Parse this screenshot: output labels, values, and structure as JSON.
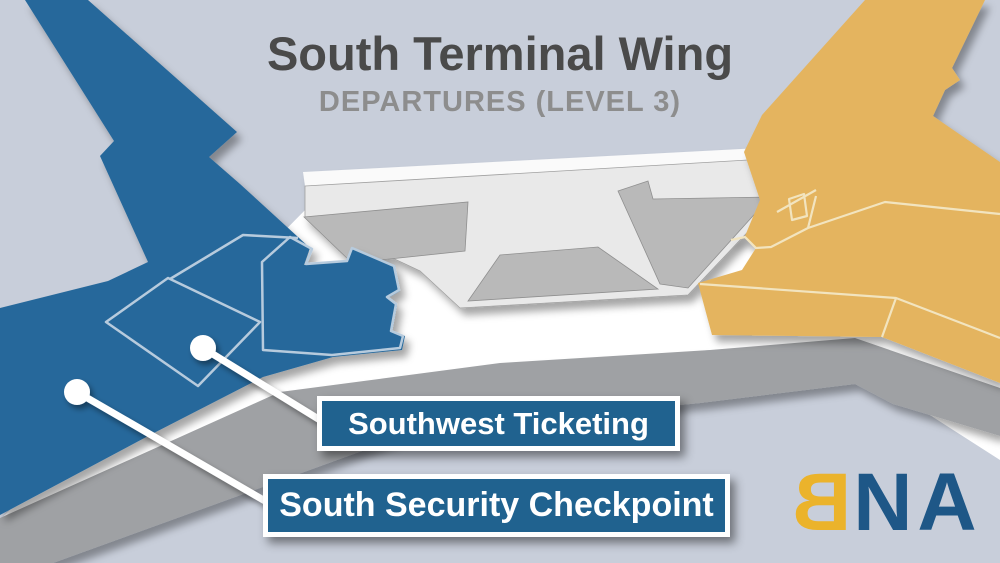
{
  "header": {
    "title": "South Terminal Wing",
    "subtitle": "DEPARTURES (LEVEL 3)"
  },
  "callouts": [
    {
      "label": "Southwest Ticketing"
    },
    {
      "label": "South Security Checkpoint"
    }
  ],
  "logo": {
    "letter_b": "B",
    "letters_na": "NA"
  },
  "map_regions": [
    {
      "name": "south-concourse",
      "color": "#27689B"
    },
    {
      "name": "central-terminal",
      "color": "#E9E9E9"
    },
    {
      "name": "east-concourse",
      "color": "#E4B45E"
    },
    {
      "name": "roadway",
      "color": "#9FA1A4"
    }
  ],
  "colors": {
    "background": "#C8CEDA",
    "callout_bg": "#20628F",
    "callout_border": "#FFFFFF",
    "title": "#4A4A4A",
    "subtitle": "#8D8D8D",
    "logo_gold": "#EBB32B",
    "logo_blue": "#1E5787"
  }
}
